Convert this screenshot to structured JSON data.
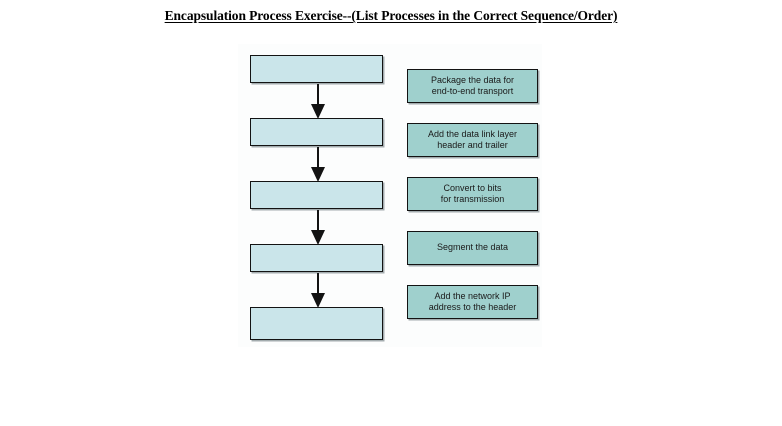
{
  "slide": {
    "title": "Encapsulation Process Exercise--(List Processes in the Correct Sequence/Order)",
    "background_color": "#ffffff"
  },
  "colors": {
    "flow_box_fill": "#cae5ea",
    "label_box_fill": "#9fd0cd",
    "border": "#131313",
    "arrow": "#131313",
    "text": "#1a1a1a",
    "title_text": "#000000"
  },
  "flow_column": {
    "name": "answer-sequence-boxes",
    "boxes": [
      {
        "value": "",
        "order": 1
      },
      {
        "value": "",
        "order": 2
      },
      {
        "value": "",
        "order": 3
      },
      {
        "value": "",
        "order": 4
      },
      {
        "value": "",
        "order": 5
      }
    ],
    "arrow_count": 4
  },
  "label_column": {
    "name": "process-choice-boxes",
    "boxes": [
      {
        "text": "Package the data for end-to-end transport",
        "line1": "Package the data for",
        "line2": "end-to-end transport"
      },
      {
        "text": "Add the data link layer header and trailer",
        "line1": "Add the data link layer",
        "line2": "header and trailer"
      },
      {
        "text": "Convert to bits for transmission",
        "line1": "Convert to bits",
        "line2": "for transmission"
      },
      {
        "text": "Segment the data",
        "line1": "Segment the data",
        "line2": ""
      },
      {
        "text": "Add the network IP address to the header",
        "line1": "Add the network IP",
        "line2": "address to the header"
      }
    ]
  }
}
